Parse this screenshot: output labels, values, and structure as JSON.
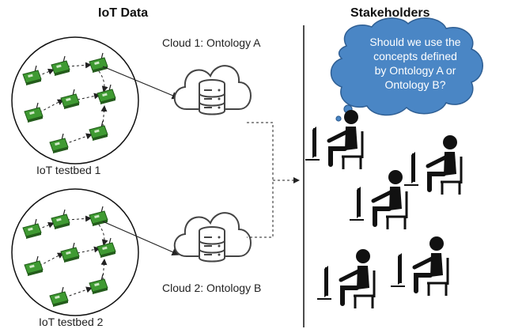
{
  "left": {
    "title": "IoT Data",
    "testbed1_label": "IoT testbed 1",
    "testbed2_label": "IoT testbed 2"
  },
  "middle": {
    "cloud1_label": "Cloud 1: Ontology A",
    "cloud2_label": "Cloud 2: Ontology B"
  },
  "right": {
    "title": "Stakeholders",
    "question_lines": [
      "Should we use the",
      "concepts defined",
      "by Ontology A or",
      "Ontology B?"
    ]
  },
  "colors": {
    "sensor_green": "#3f9a32",
    "bubble_fill": "#4a86c5",
    "bubble_stroke": "#2f5f94",
    "cloud_stroke": "#444444",
    "person": "#111111"
  },
  "icons": [
    "sensor-node-icon",
    "cloud-database-icon",
    "thought-bubble-icon",
    "person-at-computer-icon"
  ]
}
